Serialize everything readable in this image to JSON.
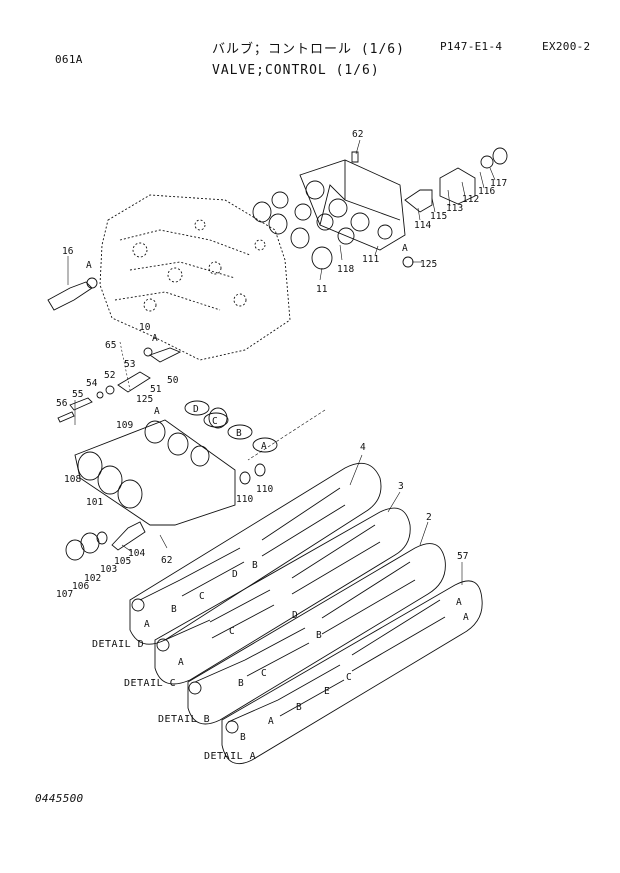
{
  "header": {
    "section_code": "061A",
    "title_jp": "バルブ；コントロール (1/6)",
    "title_en": "VALVE;CONTROL (1/6)",
    "page_ref": "P147-E1-4",
    "model": "EX200-2"
  },
  "footer": {
    "drawing_number": "0445500"
  },
  "part_labels": [
    {
      "text": "62"
    },
    {
      "text": "117"
    },
    {
      "text": "116"
    },
    {
      "text": "112"
    },
    {
      "text": "113"
    },
    {
      "text": "115"
    },
    {
      "text": "114"
    },
    {
      "text": "125"
    },
    {
      "text": "A"
    },
    {
      "text": "111"
    },
    {
      "text": "118"
    },
    {
      "text": "11"
    },
    {
      "text": "16"
    },
    {
      "text": "A"
    },
    {
      "text": "10"
    },
    {
      "text": "A"
    },
    {
      "text": "65"
    },
    {
      "text": "53"
    },
    {
      "text": "52"
    },
    {
      "text": "54"
    },
    {
      "text": "55"
    },
    {
      "text": "56"
    },
    {
      "text": "51"
    },
    {
      "text": "50"
    },
    {
      "text": "125"
    },
    {
      "text": "A"
    },
    {
      "text": "D"
    },
    {
      "text": "C"
    },
    {
      "text": "B"
    },
    {
      "text": "A"
    },
    {
      "text": "109"
    },
    {
      "text": "108"
    },
    {
      "text": "101"
    },
    {
      "text": "110"
    },
    {
      "text": "110"
    },
    {
      "text": "4"
    },
    {
      "text": "3"
    },
    {
      "text": "2"
    },
    {
      "text": "57"
    },
    {
      "text": "104"
    },
    {
      "text": "62"
    },
    {
      "text": "105"
    },
    {
      "text": "103"
    },
    {
      "text": "102"
    },
    {
      "text": "106"
    },
    {
      "text": "107"
    },
    {
      "text": "D"
    },
    {
      "text": "B"
    },
    {
      "text": "C"
    },
    {
      "text": "B"
    },
    {
      "text": "A"
    },
    {
      "text": "D"
    },
    {
      "text": "B"
    },
    {
      "text": "C"
    },
    {
      "text": "A"
    },
    {
      "text": "B"
    },
    {
      "text": "E"
    },
    {
      "text": "C"
    },
    {
      "text": "B"
    },
    {
      "text": "A"
    },
    {
      "text": "C"
    },
    {
      "text": "A"
    },
    {
      "text": "A"
    },
    {
      "text": "B"
    }
  ],
  "detail_labels": [
    {
      "text": "DETAIL D"
    },
    {
      "text": "DETAIL C"
    },
    {
      "text": "DETAIL B"
    },
    {
      "text": "DETAIL A"
    }
  ]
}
